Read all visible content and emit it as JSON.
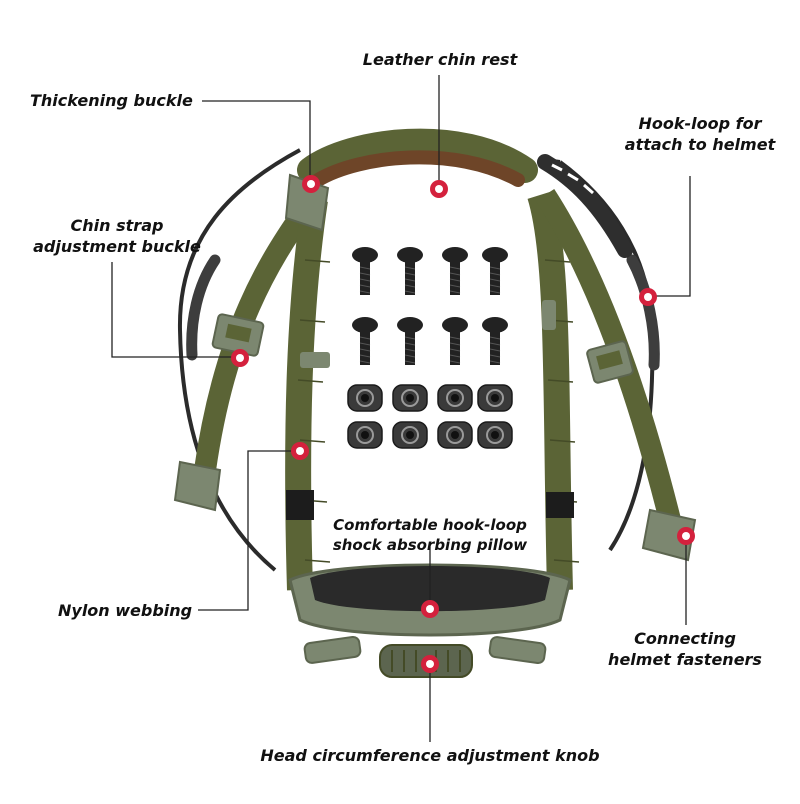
{
  "callouts": {
    "thickening_buckle": "Thickening buckle",
    "leather_chin_rest": "Leather chin rest",
    "hook_loop_attach_line1": "Hook-loop for",
    "hook_loop_attach_line2": "attach to helmet",
    "chin_strap_buckle_line1": "Chin strap",
    "chin_strap_buckle_line2": "adjustment buckle",
    "pillow_line1": "Comfortable hook-loop",
    "pillow_line2": "shock absorbing pillow",
    "nylon_webbing": "Nylon webbing",
    "fasteners_line1": "Connecting",
    "fasteners_line2": "helmet fasteners",
    "adjustment_knob": "Head circumference adjustment knob"
  },
  "colors": {
    "webbing": "#5b6436",
    "webbing_dark": "#444b27",
    "leather": "#6e4528",
    "plastic": "#7c8770",
    "plastic_dark": "#5c654f",
    "metal_band": "#2b2b2b",
    "hardware": "#222222",
    "marker": "#d4213d",
    "leader": "#222222"
  },
  "hardware_set": {
    "screws": 8,
    "t_nuts": 8
  }
}
